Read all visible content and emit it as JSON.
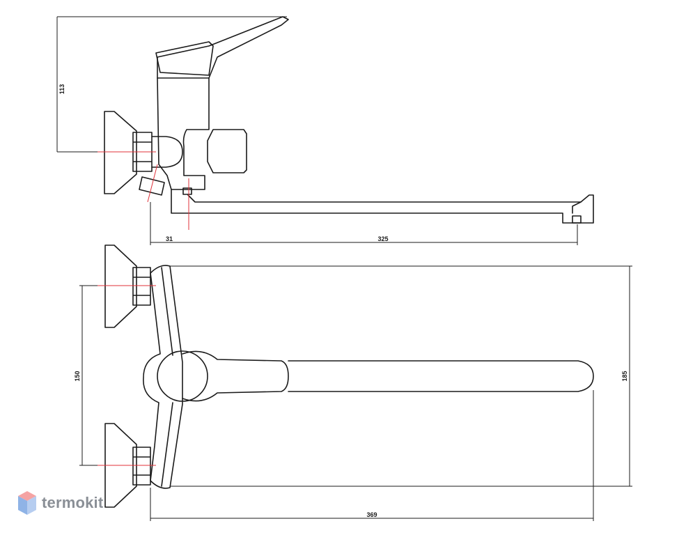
{
  "dimensions": {
    "side_height": "113",
    "side_offset": "31",
    "side_spout_reach": "325",
    "front_centers": "150",
    "front_height": "185",
    "front_width": "369"
  },
  "watermark": {
    "text": "termokit",
    "logo_colors": [
      "#f08a8a",
      "#8fb3e6"
    ]
  },
  "colors": {
    "line": "#1a1a1a",
    "centerline": "#e0323a"
  }
}
